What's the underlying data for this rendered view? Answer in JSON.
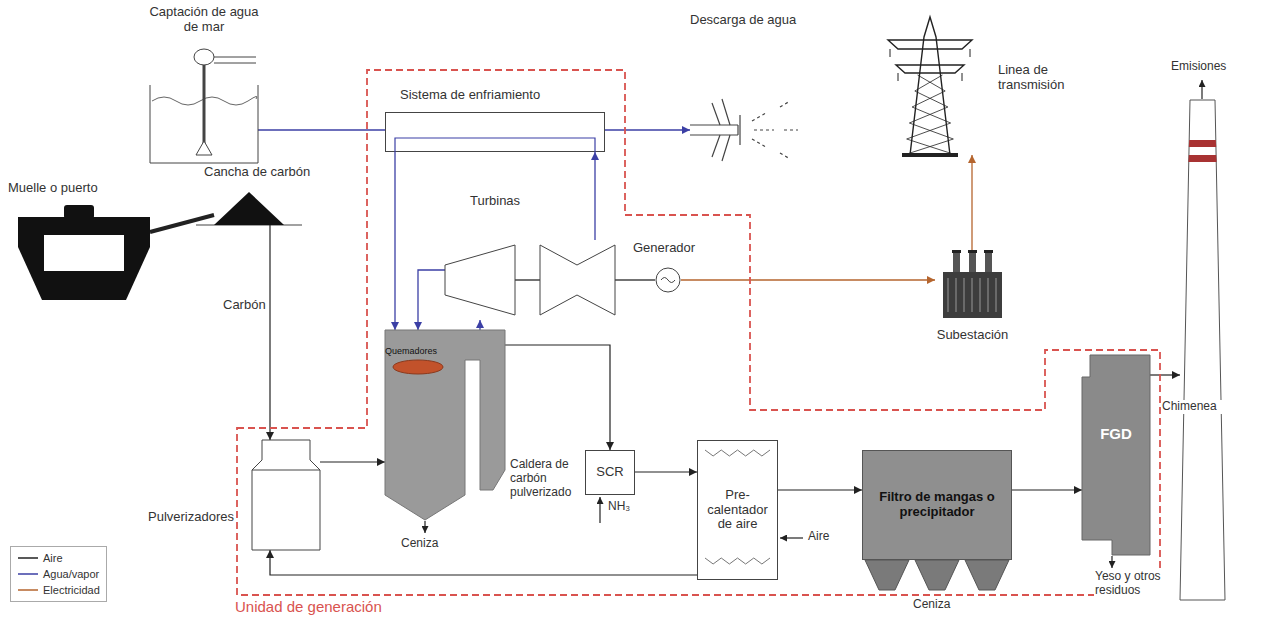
{
  "diagram": {
    "nodes": [
      {
        "text": [
          "Unidad de generación"
        ]
      },
      {
        "text": [
          "Sistema de enfriamiento"
        ],
        "in": 0
      },
      {
        "text": [
          "Turbinas"
        ],
        "in": 0
      },
      {
        "text": [
          "Generador"
        ],
        "in": 0
      },
      {
        "text": [
          "Pulverizadores"
        ],
        "in": 0
      },
      {
        "text": [
          "Caldera de carbón pulverizado"
        ],
        "in": 0
      },
      {
        "text": [
          "Quemadores"
        ],
        "in": 5
      },
      {
        "text": [
          "SCR"
        ],
        "in": 0
      },
      {
        "text": [
          "Pre- calentador de aire"
        ],
        "in": 0
      },
      {
        "text": [
          "Filtro de mangas o precipitador"
        ],
        "in": 0
      },
      {
        "text": [
          "FGD"
        ],
        "in": 0
      },
      {
        "text": [
          "Subestación"
        ]
      },
      {
        "text": [
          "Chimenea"
        ]
      },
      {
        "text": [
          "Linea de transmisión"
        ]
      },
      {
        "text": [
          "Captación de agua de mar"
        ]
      },
      {
        "text": [
          "Muelle o puerto"
        ]
      },
      {
        "text": [
          "Cancha de carbón"
        ]
      },
      {
        "text": [
          "Descarga de agua"
        ]
      }
    ],
    "edges": [
      {
        "from": 14,
        "to": 1,
        "arrow": "none"
      },
      {
        "from": 1,
        "to": 17,
        "arrow": "to"
      },
      {
        "from": 15,
        "to": 16,
        "arrow": "none"
      },
      {
        "from": 16,
        "to": 4,
        "label": "Carbón",
        "arrow": "to"
      },
      {
        "from": 4,
        "to": 5,
        "arrow": "to"
      },
      {
        "from": 1,
        "to": 5,
        "arrow": "to"
      },
      {
        "from": 5,
        "to": 2,
        "arrow": "to"
      },
      {
        "from": 2,
        "to": 5,
        "arrow": "to"
      },
      {
        "from": 2,
        "to": 1,
        "arrow": "to"
      },
      {
        "from": 2,
        "to": 3,
        "arrow": "none"
      },
      {
        "from": 3,
        "to": 11,
        "arrow": "to"
      },
      {
        "from": 11,
        "to": 13,
        "arrow": "to"
      },
      {
        "from": 5,
        "to": 7,
        "arrow": "to"
      },
      {
        "from": 7,
        "to": 8,
        "arrow": "to"
      },
      {
        "from": 8,
        "to": 9,
        "arrow": "to"
      },
      {
        "from": 9,
        "to": 10,
        "arrow": "to"
      },
      {
        "from": 10,
        "to": 12,
        "arrow": "to"
      },
      {
        "from": 8,
        "to": 4,
        "arrow": "to"
      }
    ],
    "labels": [
      "Ceniza",
      "NH₃",
      "Aire",
      "Ceniza",
      "Yeso y otros residuos",
      "Emisiones"
    ],
    "legend": [
      {
        "text": "Aire"
      },
      {
        "text": "Agua/vapor"
      },
      {
        "text": "Electricidad"
      }
    ]
  }
}
